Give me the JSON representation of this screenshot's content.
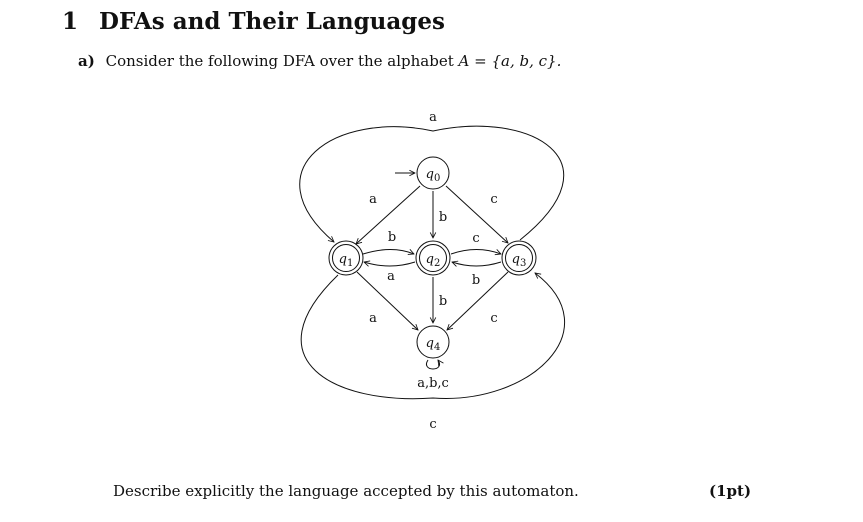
{
  "section": {
    "number": "1",
    "title": "DFAs and Their Languages"
  },
  "part": {
    "label": "a)",
    "text": "Consider the following DFA over the alphabet",
    "alphabet": "A = {a, b, c}."
  },
  "dfa": {
    "states": [
      {
        "id": "q0",
        "label": "q0",
        "accepting": false,
        "initial": true
      },
      {
        "id": "q1",
        "label": "q1",
        "accepting": true,
        "initial": false
      },
      {
        "id": "q2",
        "label": "q2",
        "accepting": true,
        "initial": false
      },
      {
        "id": "q3",
        "label": "q3",
        "accepting": true,
        "initial": false
      },
      {
        "id": "q4",
        "label": "q4",
        "accepting": false,
        "initial": false
      }
    ],
    "transitions": [
      {
        "from": "q0",
        "to": "q1",
        "label": "a"
      },
      {
        "from": "q0",
        "to": "q2",
        "label": "b"
      },
      {
        "from": "q0",
        "to": "q3",
        "label": "c"
      },
      {
        "from": "q1",
        "to": "q2",
        "label": "b"
      },
      {
        "from": "q2",
        "to": "q1",
        "label": "a"
      },
      {
        "from": "q2",
        "to": "q3",
        "label": "c"
      },
      {
        "from": "q3",
        "to": "q2",
        "label": "b"
      },
      {
        "from": "q1",
        "to": "q4",
        "label": "a"
      },
      {
        "from": "q2",
        "to": "q4",
        "label": "b"
      },
      {
        "from": "q3",
        "to": "q4",
        "label": "c"
      },
      {
        "from": "q3",
        "to": "q1",
        "label": "a"
      },
      {
        "from": "q1",
        "to": "q3",
        "label": "c"
      },
      {
        "from": "q4",
        "to": "q4",
        "label": "a,b,c"
      }
    ]
  },
  "question": {
    "prompt": "Describe explicitly the language accepted by this automaton.",
    "points": "(1pt)"
  }
}
